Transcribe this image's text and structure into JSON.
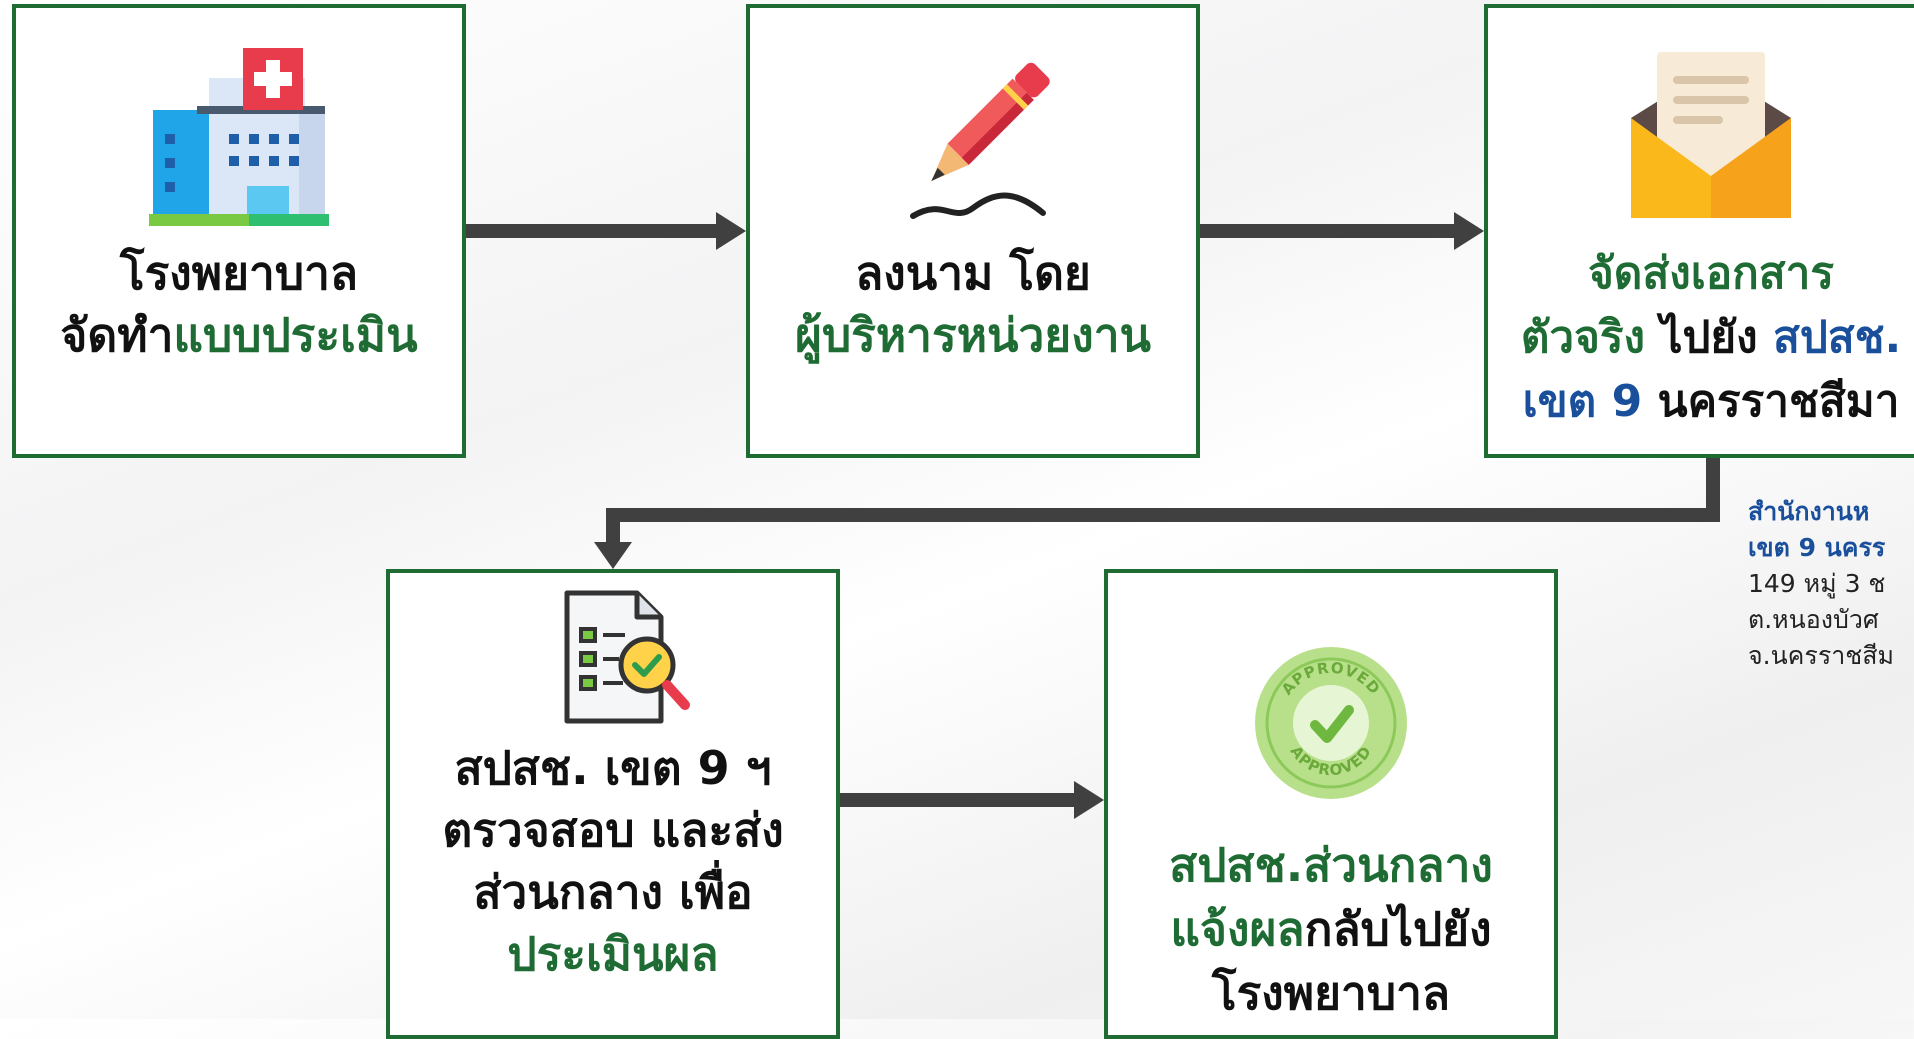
{
  "colors": {
    "border": "#1e6b33",
    "green": "#1e6b33",
    "blue": "#1a4f9c",
    "arrow": "#404040"
  },
  "steps": [
    {
      "icon": "hospital-icon",
      "lines": [
        [
          {
            "t": "โรงพยาบาล",
            "c": "black"
          }
        ],
        [
          {
            "t": "จัดทำ",
            "c": "black"
          },
          {
            "t": "แบบประเมิน",
            "c": "green"
          }
        ]
      ]
    },
    {
      "icon": "pen-signature-icon",
      "lines": [
        [
          {
            "t": "ลงนาม โดย",
            "c": "black"
          }
        ],
        [
          {
            "t": "ผู้บริหารหน่วยงาน",
            "c": "green"
          }
        ]
      ]
    },
    {
      "icon": "envelope-document-icon",
      "lines": [
        [
          {
            "t": "จัดส่งเอกสาร",
            "c": "green"
          }
        ],
        [
          {
            "t": "ตัวจริง",
            "c": "green"
          },
          {
            "t": " ไปยัง ",
            "c": "black"
          },
          {
            "t": "สปสช.",
            "c": "blue"
          }
        ],
        [
          {
            "t": "เขต 9",
            "c": "blue"
          },
          {
            "t": " นครราชสีมา",
            "c": "black"
          }
        ]
      ]
    },
    {
      "icon": "document-review-icon",
      "lines": [
        [
          {
            "t": "สปสช. เขต 9 ฯ",
            "c": "black"
          }
        ],
        [
          {
            "t": "ตรวจสอบ และส่ง",
            "c": "black"
          }
        ],
        [
          {
            "t": "ส่วนกลาง เพื่อ",
            "c": "black"
          }
        ],
        [
          {
            "t": "ประเมินผล",
            "c": "green"
          }
        ]
      ]
    },
    {
      "icon": "approved-stamp-icon",
      "lines": [
        [
          {
            "t": "สปสช.ส่วนกลาง",
            "c": "green"
          }
        ],
        [
          {
            "t": "แจ้งผล",
            "c": "green"
          },
          {
            "t": "กลับไปยัง",
            "c": "black"
          }
        ],
        [
          {
            "t": "โรงพยาบาล",
            "c": "black"
          }
        ]
      ]
    }
  ],
  "address": {
    "line1": "สำนักงานห",
    "line2": "เขต 9 นครร",
    "line3": "149 หมู่ 3 ช",
    "line4": "ต.หนองบัวศ",
    "line5": "จ.นครราชสีม"
  },
  "stamp_text": "APPROVED"
}
